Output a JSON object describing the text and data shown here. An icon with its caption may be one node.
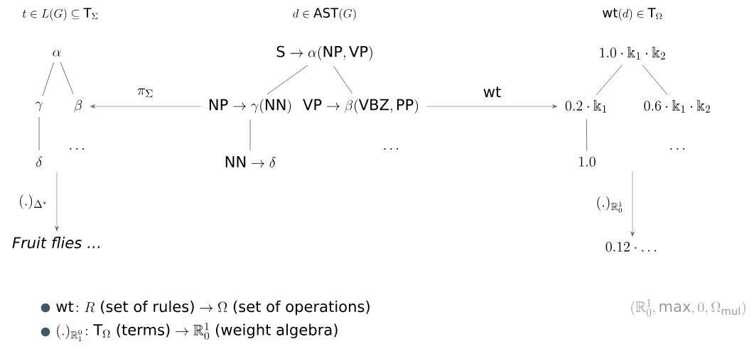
{
  "diagram": {
    "nodes": [
      {
        "text": [
          "\\alpha"
        ]
      },
      {
        "text": [
          "\\gamma"
        ]
      },
      {
        "text": [
          "\\beta"
        ]
      },
      {
        "text": [
          "\\delta"
        ]
      },
      {
        "text": [
          "\\dots"
        ]
      },
      {
        "text": [
          "Fruit flies …"
        ]
      },
      {
        "text": [
          "\\mathrm{S} \\to \\alpha(\\mathrm{NP}, \\mathrm{VP})"
        ]
      },
      {
        "text": [
          "\\mathrm{NP} \\to \\gamma(\\mathrm{NN})"
        ]
      },
      {
        "text": [
          "\\mathrm{VP} \\to \\beta(\\mathrm{VBZ}, \\mathrm{PP})"
        ]
      },
      {
        "text": [
          "\\mathrm{NN} \\to \\delta"
        ]
      },
      {
        "text": [
          "\\dots"
        ]
      },
      {
        "text": [
          "1.0 \\cdot \\Bbbk_1 \\cdot \\Bbbk_2"
        ]
      },
      {
        "text": [
          "0.2 \\cdot \\Bbbk_1"
        ]
      },
      {
        "text": [
          "0.6 \\cdot \\Bbbk_1 \\cdot \\Bbbk_2"
        ]
      },
      {
        "text": [
          "1.0"
        ]
      },
      {
        "text": [
          "\\dots"
        ]
      },
      {
        "text": [
          "0.12 \\cdot \\dots"
        ]
      }
    ],
    "edges": [
      {
        "from": 0,
        "to": 1,
        "arrow": "none"
      },
      {
        "from": 0,
        "to": 2,
        "arrow": "none"
      },
      {
        "from": 1,
        "to": 3,
        "arrow": "none"
      },
      {
        "from": 3,
        "to": 5,
        "arrow": "to",
        "label": "(.)_{\\Delta^*}",
        "color": "#666666"
      },
      {
        "from": 7,
        "to": 2,
        "arrow": "to",
        "label": "\\pi_\\Sigma",
        "color": "#666666"
      },
      {
        "from": 6,
        "to": 7,
        "arrow": "none"
      },
      {
        "from": 6,
        "to": 8,
        "arrow": "none"
      },
      {
        "from": 7,
        "to": 9,
        "arrow": "none"
      },
      {
        "from": 8,
        "to": 12,
        "arrow": "to",
        "label": "\\mathrm{wt}",
        "color": "#666666"
      },
      {
        "from": 11,
        "to": 12,
        "arrow": "none"
      },
      {
        "from": 11,
        "to": 13,
        "arrow": "none"
      },
      {
        "from": 12,
        "to": 14,
        "arrow": "none"
      },
      {
        "from": 14,
        "to": 16,
        "arrow": "to",
        "label": "(.)_{\\mathbb{R}^1_0}",
        "color": "#666666"
      }
    ],
    "labels": [
      "t \\in L(G) \\subseteq \\mathrm{T}_\\Sigma",
      "d \\in \\mathrm{AST}(G)",
      "\\mathrm{wt}(d) \\in \\mathrm{T}_\\Omega",
      "\\mathrm{wt}\\colon R \\text{ (set of rules)} \\to \\Omega \\text{ (set of operations)}",
      "(\\mathbb{R}^1_0, \\max, 0, \\Omega_{\\mathrm{mul}})",
      "(.)_{\\mathbb{R}^0_1}\\colon \\mathrm{T}_\\Omega \\text{ (terms)} \\to \\mathbb{R}^1_0 \\text{ (weight algebra)}"
    ]
  }
}
